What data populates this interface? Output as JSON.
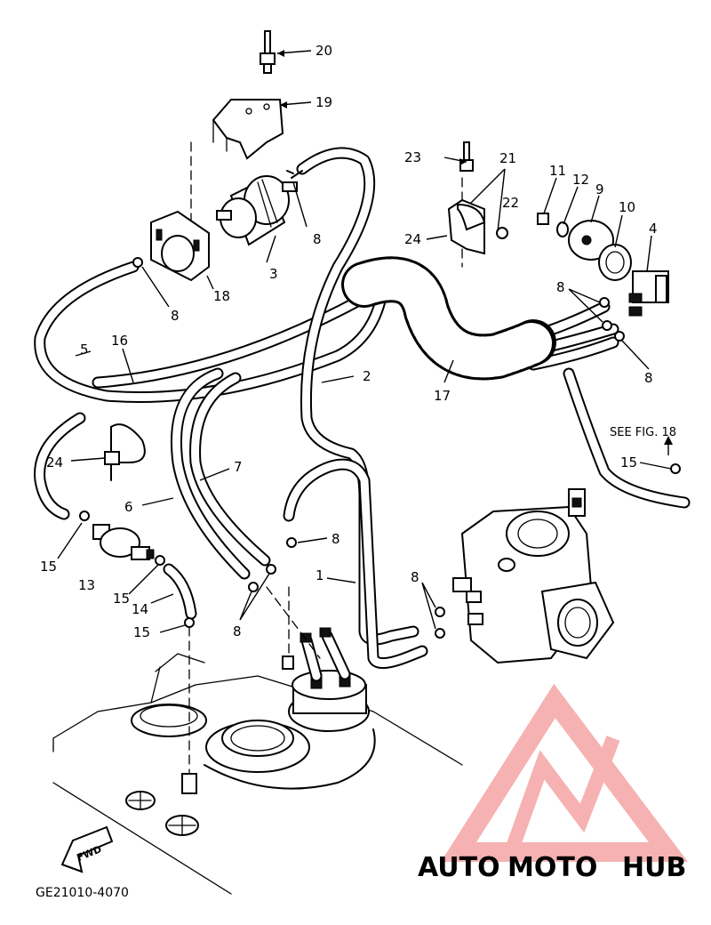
{
  "labels": {
    "l20": "20",
    "l19": "19",
    "l23": "23",
    "l21": "21",
    "l22": "22",
    "l24a": "24",
    "l11": "11",
    "l12": "12",
    "l9": "9",
    "l10": "10",
    "l4": "4",
    "l3": "3",
    "l8a": "8",
    "l8b": "8",
    "l8c": "8",
    "l8d": "8",
    "l18": "18",
    "l8e": "8",
    "l5": "5",
    "l16": "16",
    "l2": "2",
    "l17": "17",
    "l24b": "24",
    "l7": "7",
    "l6": "6",
    "l15a": "15",
    "l15b": "15",
    "l15c": "15",
    "l15d": "15",
    "l13": "13",
    "l14": "14",
    "l8f": "8",
    "l8g": "8",
    "l1": "1"
  },
  "see_fig": "SEE FIG. 18",
  "fwd": "FWD",
  "diagram_code": "GE21010-4070",
  "watermark": {
    "part1": "AUTO",
    "part2": "MOTO",
    "part3": "HUB",
    "color_auto": "#f6c9a0",
    "color_moto": "#f3a6a6",
    "color_hub": "#9a9a9a",
    "logo_color": "#f4a0a0"
  }
}
